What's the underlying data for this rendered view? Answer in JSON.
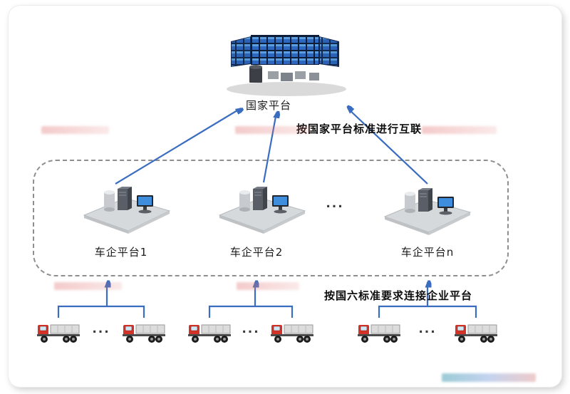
{
  "national": {
    "label": "国家平台"
  },
  "notes": {
    "top": "按国家平台标准进行互联",
    "bottom": "按国六标准要求连接企业平台"
  },
  "platforms": [
    {
      "label": "车企平台1"
    },
    {
      "label": "车企平台2"
    },
    {
      "label": "车企平台n"
    }
  ],
  "dots": "...",
  "edges": [
    {
      "from": "车企平台1",
      "to": "国家平台"
    },
    {
      "from": "车企平台2",
      "to": "国家平台"
    },
    {
      "from": "车企平台n",
      "to": "国家平台"
    },
    {
      "from": "trucks-group-1",
      "to": "车企平台1"
    },
    {
      "from": "trucks-group-2",
      "to": "车企平台2"
    },
    {
      "from": "trucks-group-3",
      "to": "车企平台n"
    }
  ],
  "palette": {
    "arrow": "#3a6cc0",
    "dashed_border": "#8f8f8f",
    "truck_cab": "#d43226",
    "screen_blue": "#2e67be"
  }
}
